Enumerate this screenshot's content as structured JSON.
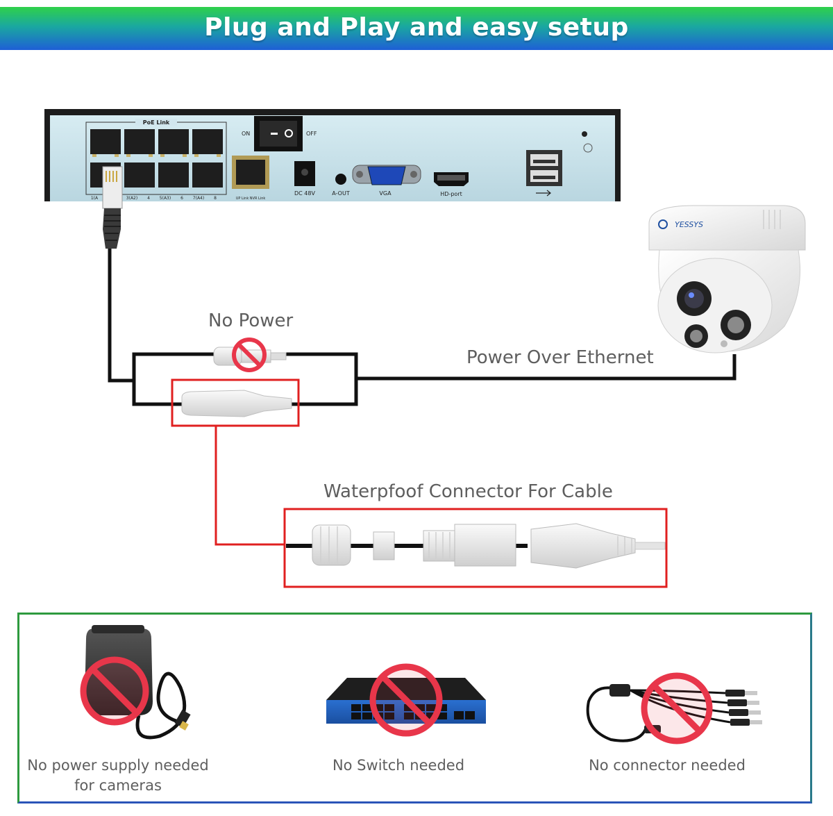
{
  "banner": {
    "title": "Plug and Play and easy setup"
  },
  "nvr": {
    "poe_link_label": "PoE Link",
    "on_label": "ON",
    "off_label": "OFF",
    "dc_label": "DC 48V",
    "aout_label": "A-OUT",
    "vga_label": "VGA",
    "hd_label": "HD-port",
    "uplink_label": "UP Link  NVR Link",
    "port_labels": [
      "1(A",
      "3(A2)",
      "4",
      "5(A3)",
      "6",
      "7(A4)",
      "8"
    ]
  },
  "camera": {
    "brand": "YESSYS"
  },
  "labels": {
    "no_power": "No Power",
    "poe": "Power Over Ethernet",
    "waterproof": "Waterpfoof Connector For Cable"
  },
  "bottom": {
    "items": [
      {
        "caption": "No power supply needed for cameras"
      },
      {
        "caption": "No Switch needed"
      },
      {
        "caption": "No connector needed"
      }
    ]
  },
  "colors": {
    "banner_top": "#2fd14a",
    "banner_bottom": "#1e5fd6",
    "highlight_red": "#e02020",
    "no_sign_red": "#e8364a",
    "panel_green": "#2e9a3e",
    "panel_blue": "#2a54b8"
  }
}
